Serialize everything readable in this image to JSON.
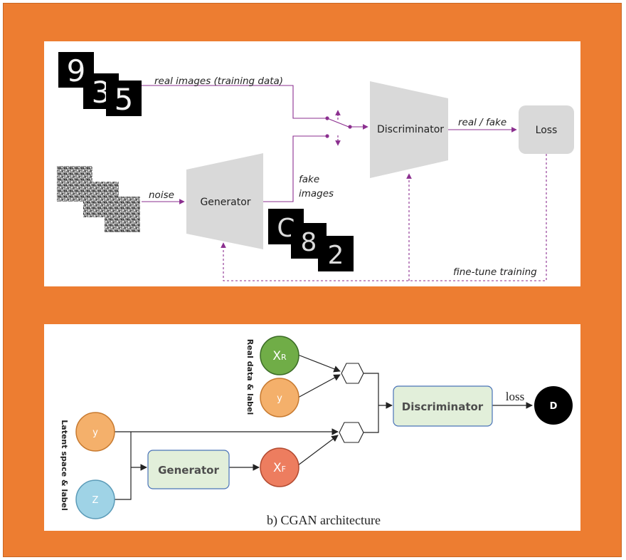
{
  "top": {
    "real_images_label": "real images (training data)",
    "noise_label": "noise",
    "generator_label": "Generator",
    "fake_images_label": [
      "fake",
      "images"
    ],
    "discriminator_label": "Discriminator",
    "real_fake_label": "real / fake",
    "loss_label": "Loss",
    "fine_tune_label": "fine-tune training",
    "real_digits": [
      "9",
      "3",
      "5"
    ],
    "fake_digits": [
      "C",
      "8",
      "2"
    ]
  },
  "bottom": {
    "real_data_label": "Real data & label",
    "latent_label": "Latent space & label",
    "xr_main": "X",
    "xr_sub": "R",
    "xf_main": "X",
    "xf_sub": "F",
    "y_label": "y",
    "z_label": "Z",
    "generator_label": "Generator",
    "discriminator_label": "Discriminator",
    "loss_label": "loss",
    "d_label": "D",
    "caption": "b) CGAN architecture"
  },
  "colors": {
    "frame": "#ed7d31",
    "purple_line": "#8b2f8f",
    "gray_shape": "#d9d9d9",
    "green_node": "#70ad47",
    "orange_node": "#f4b06b",
    "red_node": "#ed7d5f",
    "blue_node": "#9fd3e6",
    "box_fill": "#e2efda",
    "box_stroke": "#4a73b8",
    "black_node": "#000000"
  }
}
